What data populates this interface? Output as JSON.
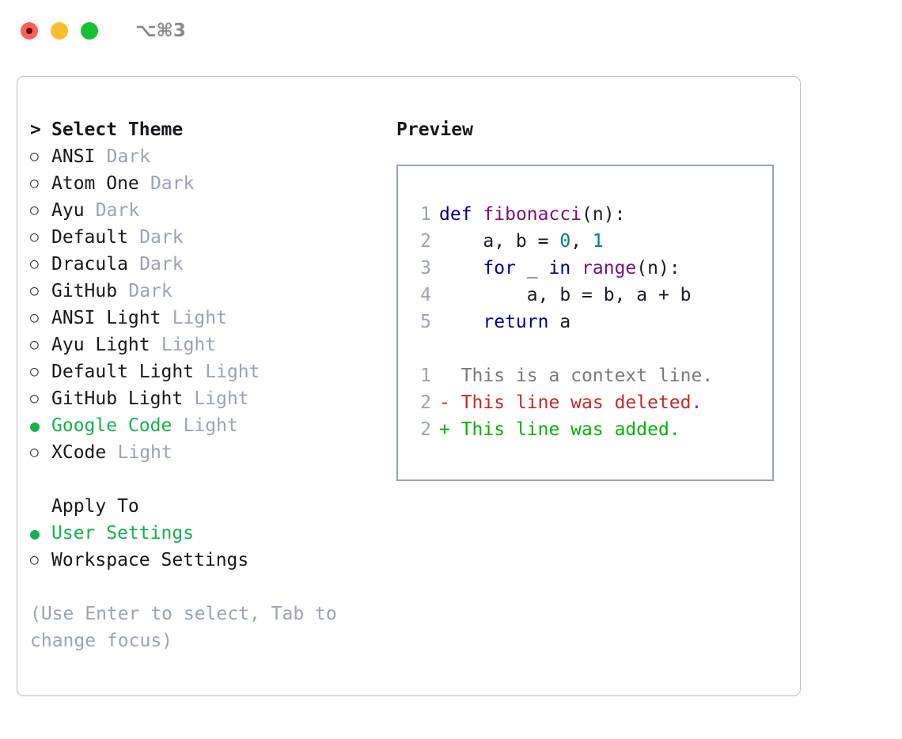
{
  "window": {
    "title": "⌥⌘3",
    "traffic_lights": [
      "close",
      "minimize",
      "maximize"
    ]
  },
  "theme_picker": {
    "header": "Select Theme",
    "caret": ">",
    "bullet_selected": "●",
    "bullet_unselected": "○",
    "selected_theme": "Google Code",
    "accent_color": "#13b34a",
    "muted_color": "#9aa4b4",
    "items": [
      {
        "label": "ANSI",
        "kind": "Dark",
        "selected": false
      },
      {
        "label": "Atom One",
        "kind": "Dark",
        "selected": false
      },
      {
        "label": "Ayu",
        "kind": "Dark",
        "selected": false
      },
      {
        "label": "Default",
        "kind": "Dark",
        "selected": false
      },
      {
        "label": "Dracula",
        "kind": "Dark",
        "selected": false
      },
      {
        "label": "GitHub",
        "kind": "Dark",
        "selected": false
      },
      {
        "label": "ANSI Light",
        "kind": "Light",
        "selected": false
      },
      {
        "label": "Ayu Light",
        "kind": "Light",
        "selected": false
      },
      {
        "label": "Default Light",
        "kind": "Light",
        "selected": false
      },
      {
        "label": "GitHub Light",
        "kind": "Light",
        "selected": false
      },
      {
        "label": "Google Code",
        "kind": "Light",
        "selected": true
      },
      {
        "label": "XCode",
        "kind": "Light",
        "selected": false
      }
    ]
  },
  "apply_to": {
    "header": "Apply To",
    "selected": "User Settings",
    "items": [
      {
        "label": "User Settings",
        "selected": true
      },
      {
        "label": "Workspace Settings",
        "selected": false
      }
    ]
  },
  "hint": "(Use Enter to select, Tab to change focus)",
  "preview": {
    "header": "Preview",
    "code_lines": [
      {
        "n": "1",
        "tokens": [
          {
            "t": "def",
            "c": "kw"
          },
          {
            "t": " ",
            "c": "pln"
          },
          {
            "t": "fibonacci",
            "c": "fn"
          },
          {
            "t": "(n):",
            "c": "pln"
          }
        ]
      },
      {
        "n": "2",
        "tokens": [
          {
            "t": "    a, b = ",
            "c": "pln"
          },
          {
            "t": "0",
            "c": "num"
          },
          {
            "t": ", ",
            "c": "pln"
          },
          {
            "t": "1",
            "c": "num"
          }
        ]
      },
      {
        "n": "3",
        "tokens": [
          {
            "t": "    ",
            "c": "pln"
          },
          {
            "t": "for",
            "c": "kw"
          },
          {
            "t": " _ ",
            "c": "pln"
          },
          {
            "t": "in",
            "c": "kw"
          },
          {
            "t": " ",
            "c": "pln"
          },
          {
            "t": "range",
            "c": "fn"
          },
          {
            "t": "(n):",
            "c": "pln"
          }
        ]
      },
      {
        "n": "4",
        "tokens": [
          {
            "t": "        a, b = b, a + b",
            "c": "pln"
          }
        ]
      },
      {
        "n": "5",
        "tokens": [
          {
            "t": "    ",
            "c": "pln"
          },
          {
            "t": "return",
            "c": "kw"
          },
          {
            "t": " a",
            "c": "pln"
          }
        ]
      }
    ],
    "diff_lines": [
      {
        "n": "1",
        "marker": " ",
        "text": " This is a context line.",
        "c": "ctx"
      },
      {
        "n": "2",
        "marker": "-",
        "text": " This line was deleted.",
        "c": "del"
      },
      {
        "n": "2",
        "marker": "+",
        "text": " This line was added.",
        "c": "add"
      }
    ]
  },
  "colors": {
    "keyword": "#00008b",
    "function": "#7d0f7d",
    "number": "#00807e",
    "plain": "#1b1b28",
    "context": "#7a7a7a",
    "deleted": "#c62828",
    "added": "#00b300",
    "panel_border": "#b6bfca",
    "preview_border": "#9aa5b5"
  }
}
